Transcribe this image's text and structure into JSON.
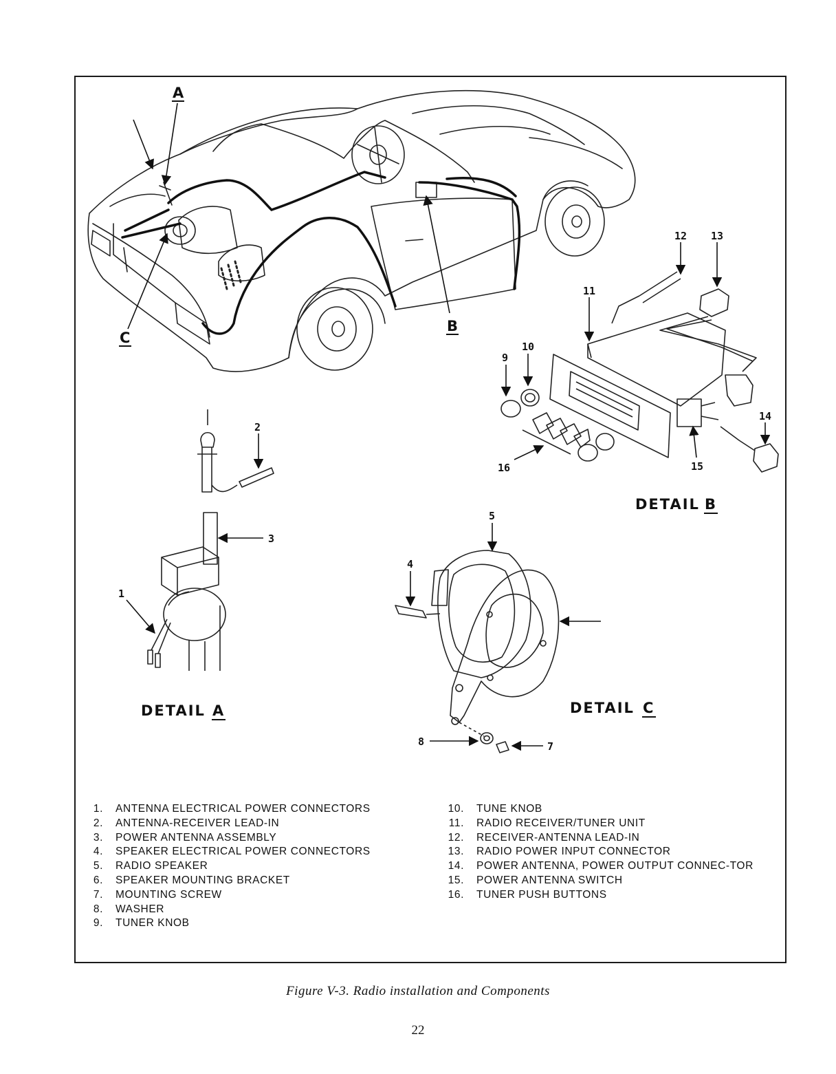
{
  "figure": {
    "detail_letters": {
      "a": "A",
      "b": "B",
      "c": "C"
    },
    "detail_titles": {
      "a": "DETAIL",
      "b": "DETAIL",
      "c": "DETAIL"
    },
    "callouts": {
      "n1": "1",
      "n2": "2",
      "n3": "3",
      "n4": "4",
      "n5": "5",
      "n7": "7",
      "n8": "8",
      "n9": "9",
      "n10": "10",
      "n11": "11",
      "n12": "12",
      "n13": "13",
      "n14": "14",
      "n15": "15",
      "n16": "16"
    }
  },
  "legend": {
    "left": [
      {
        "num": "1.",
        "text": "ANTENNA ELECTRICAL POWER CONNECTORS"
      },
      {
        "num": "2.",
        "text": "ANTENNA-RECEIVER LEAD-IN"
      },
      {
        "num": "3.",
        "text": "POWER ANTENNA ASSEMBLY"
      },
      {
        "num": "4.",
        "text": "SPEAKER ELECTRICAL POWER CONNECTORS"
      },
      {
        "num": "5.",
        "text": "RADIO SPEAKER"
      },
      {
        "num": "6.",
        "text": "SPEAKER MOUNTING BRACKET"
      },
      {
        "num": "7.",
        "text": "MOUNTING SCREW"
      },
      {
        "num": "8.",
        "text": "WASHER"
      },
      {
        "num": "9.",
        "text": "TUNER KNOB"
      }
    ],
    "right": [
      {
        "num": "10.",
        "text": "TUNE KNOB"
      },
      {
        "num": "11.",
        "text": "RADIO RECEIVER/TUNER UNIT"
      },
      {
        "num": "12.",
        "text": "RECEIVER-ANTENNA LEAD-IN"
      },
      {
        "num": "13.",
        "text": "RADIO POWER INPUT CONNECTOR"
      },
      {
        "num": "14.",
        "text": "POWER ANTENNA, POWER OUTPUT CONNEC-TOR"
      },
      {
        "num": "15.",
        "text": "POWER ANTENNA SWITCH"
      },
      {
        "num": "16.",
        "text": "TUNER PUSH BUTTONS"
      }
    ]
  },
  "caption": "Figure V-3. Radio installation and Components",
  "page_number": "22"
}
